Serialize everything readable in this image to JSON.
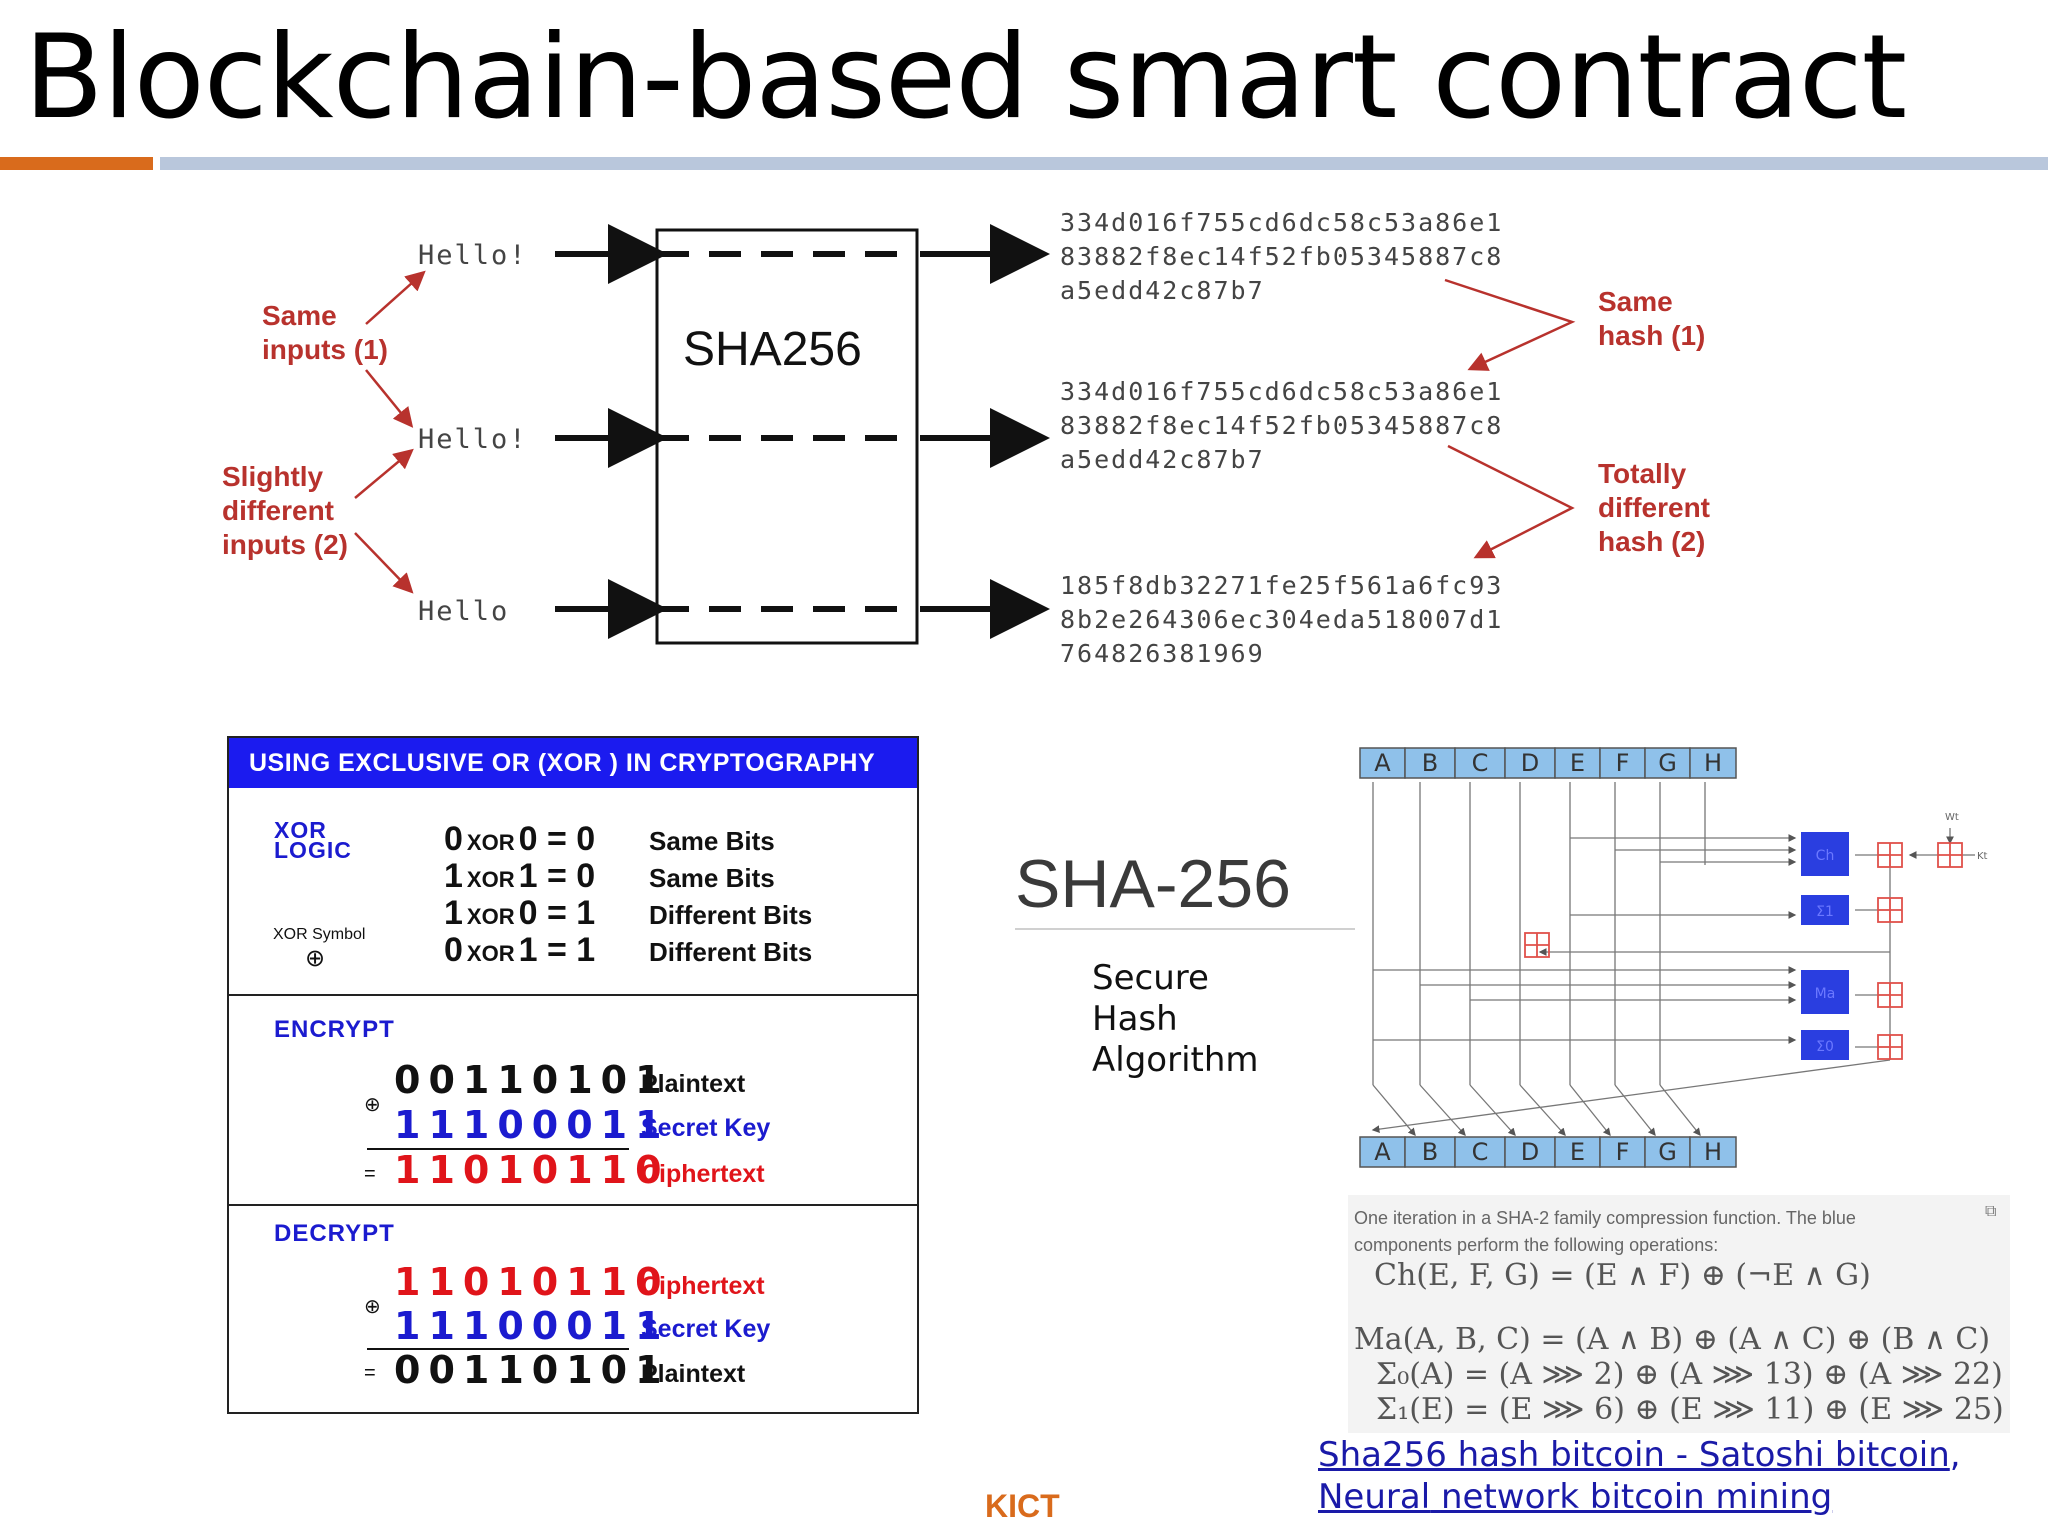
{
  "slide": {
    "title": "Blockchain-based smart contract",
    "footer": "KICT",
    "accent_orange": "#d96b1c",
    "accent_blue": "#b9c7dc"
  },
  "hash_diagram": {
    "inputs": [
      "Hello!",
      "Hello!",
      "Hello"
    ],
    "box_label": "SHA256",
    "outputs": [
      [
        "334d016f755cd6dc58c53a86e1",
        "83882f8ec14f52fb05345887c8",
        "a5edd42c87b7"
      ],
      [
        "334d016f755cd6dc58c53a86e1",
        "83882f8ec14f52fb05345887c8",
        "a5edd42c87b7"
      ],
      [
        "185f8db32271fe25f561a6fc93",
        "8b2e264306ec304eda518007d1",
        "764826381969"
      ]
    ],
    "left_labels": [
      "Same",
      "inputs (1)",
      "Slightly",
      "different",
      "inputs (2)"
    ],
    "right_labels": [
      "Same",
      "hash (1)",
      "Totally",
      "different",
      "hash (2)"
    ]
  },
  "xor_panel": {
    "header": "USING EXCLUSIVE OR (XOR ) IN CRYPTOGRAPHY",
    "logic_title": [
      "XOR",
      "LOGIC"
    ],
    "symbol_label": "XOR Symbol",
    "symbol": "⊕",
    "xor_word": "XOR",
    "logic_rows": [
      {
        "a": "0",
        "b": "0",
        "eq": "=",
        "r": "0",
        "desc": "Same Bits"
      },
      {
        "a": "1",
        "b": "1",
        "eq": "=",
        "r": "0",
        "desc": "Same Bits"
      },
      {
        "a": "1",
        "b": "0",
        "eq": "=",
        "r": "1",
        "desc": "Different Bits"
      },
      {
        "a": "0",
        "b": "1",
        "eq": "=",
        "r": "1",
        "desc": "Different Bits"
      }
    ],
    "encrypt": {
      "title": "ENCRYPT",
      "rows": [
        {
          "bits": "00110101",
          "label": "Plaintext"
        },
        {
          "bits": "11100011",
          "label": "Secret Key"
        },
        {
          "bits": "11010110",
          "label": "Ciphertext"
        }
      ]
    },
    "decrypt": {
      "title": "DECRYPT",
      "rows": [
        {
          "bits": "11010110",
          "label": "Ciphertext"
        },
        {
          "bits": "11100011",
          "label": "Secret Key"
        },
        {
          "bits": "00110101",
          "label": "Plaintext"
        }
      ]
    },
    "op_xor": "⊕",
    "op_eq": "="
  },
  "sha_block": {
    "title": "SHA-256",
    "desc": [
      "Secure",
      "Hash",
      "Algorithm"
    ]
  },
  "compression": {
    "registers": [
      "A",
      "B",
      "C",
      "D",
      "E",
      "F",
      "G",
      "H"
    ],
    "blocks": [
      "Ch",
      "Σ1",
      "Ma",
      "Σ0"
    ],
    "side_labels": [
      "Wt",
      "Kt"
    ],
    "caption": "One iteration in a SHA-2 family compression function. The blue components perform the following operations:",
    "formulas": [
      "Ch(E, F, G) = (E ∧ F) ⊕ (¬E ∧ G)",
      "Ma(A, B, C) = (A ∧ B) ⊕ (A ∧ C) ⊕ (B ∧ C)",
      "Σ₀(A) = (A ⋙ 2) ⊕ (A ⋙ 13) ⊕ (A ⋙ 22)",
      "Σ₁(E) = (E ⋙ 6) ⊕ (E ⋙ 11) ⊕ (E ⋙ 25)"
    ],
    "register_color": "#8fc1ea",
    "block_color": "#2a3ee0",
    "adder_color": "#e0504a"
  },
  "links": {
    "link1": "Sha256 hash bitcoin - Satoshi bitcoin",
    "sep": ",",
    "link2a": "Neural",
    "link2b": "network bitcoin mining"
  }
}
